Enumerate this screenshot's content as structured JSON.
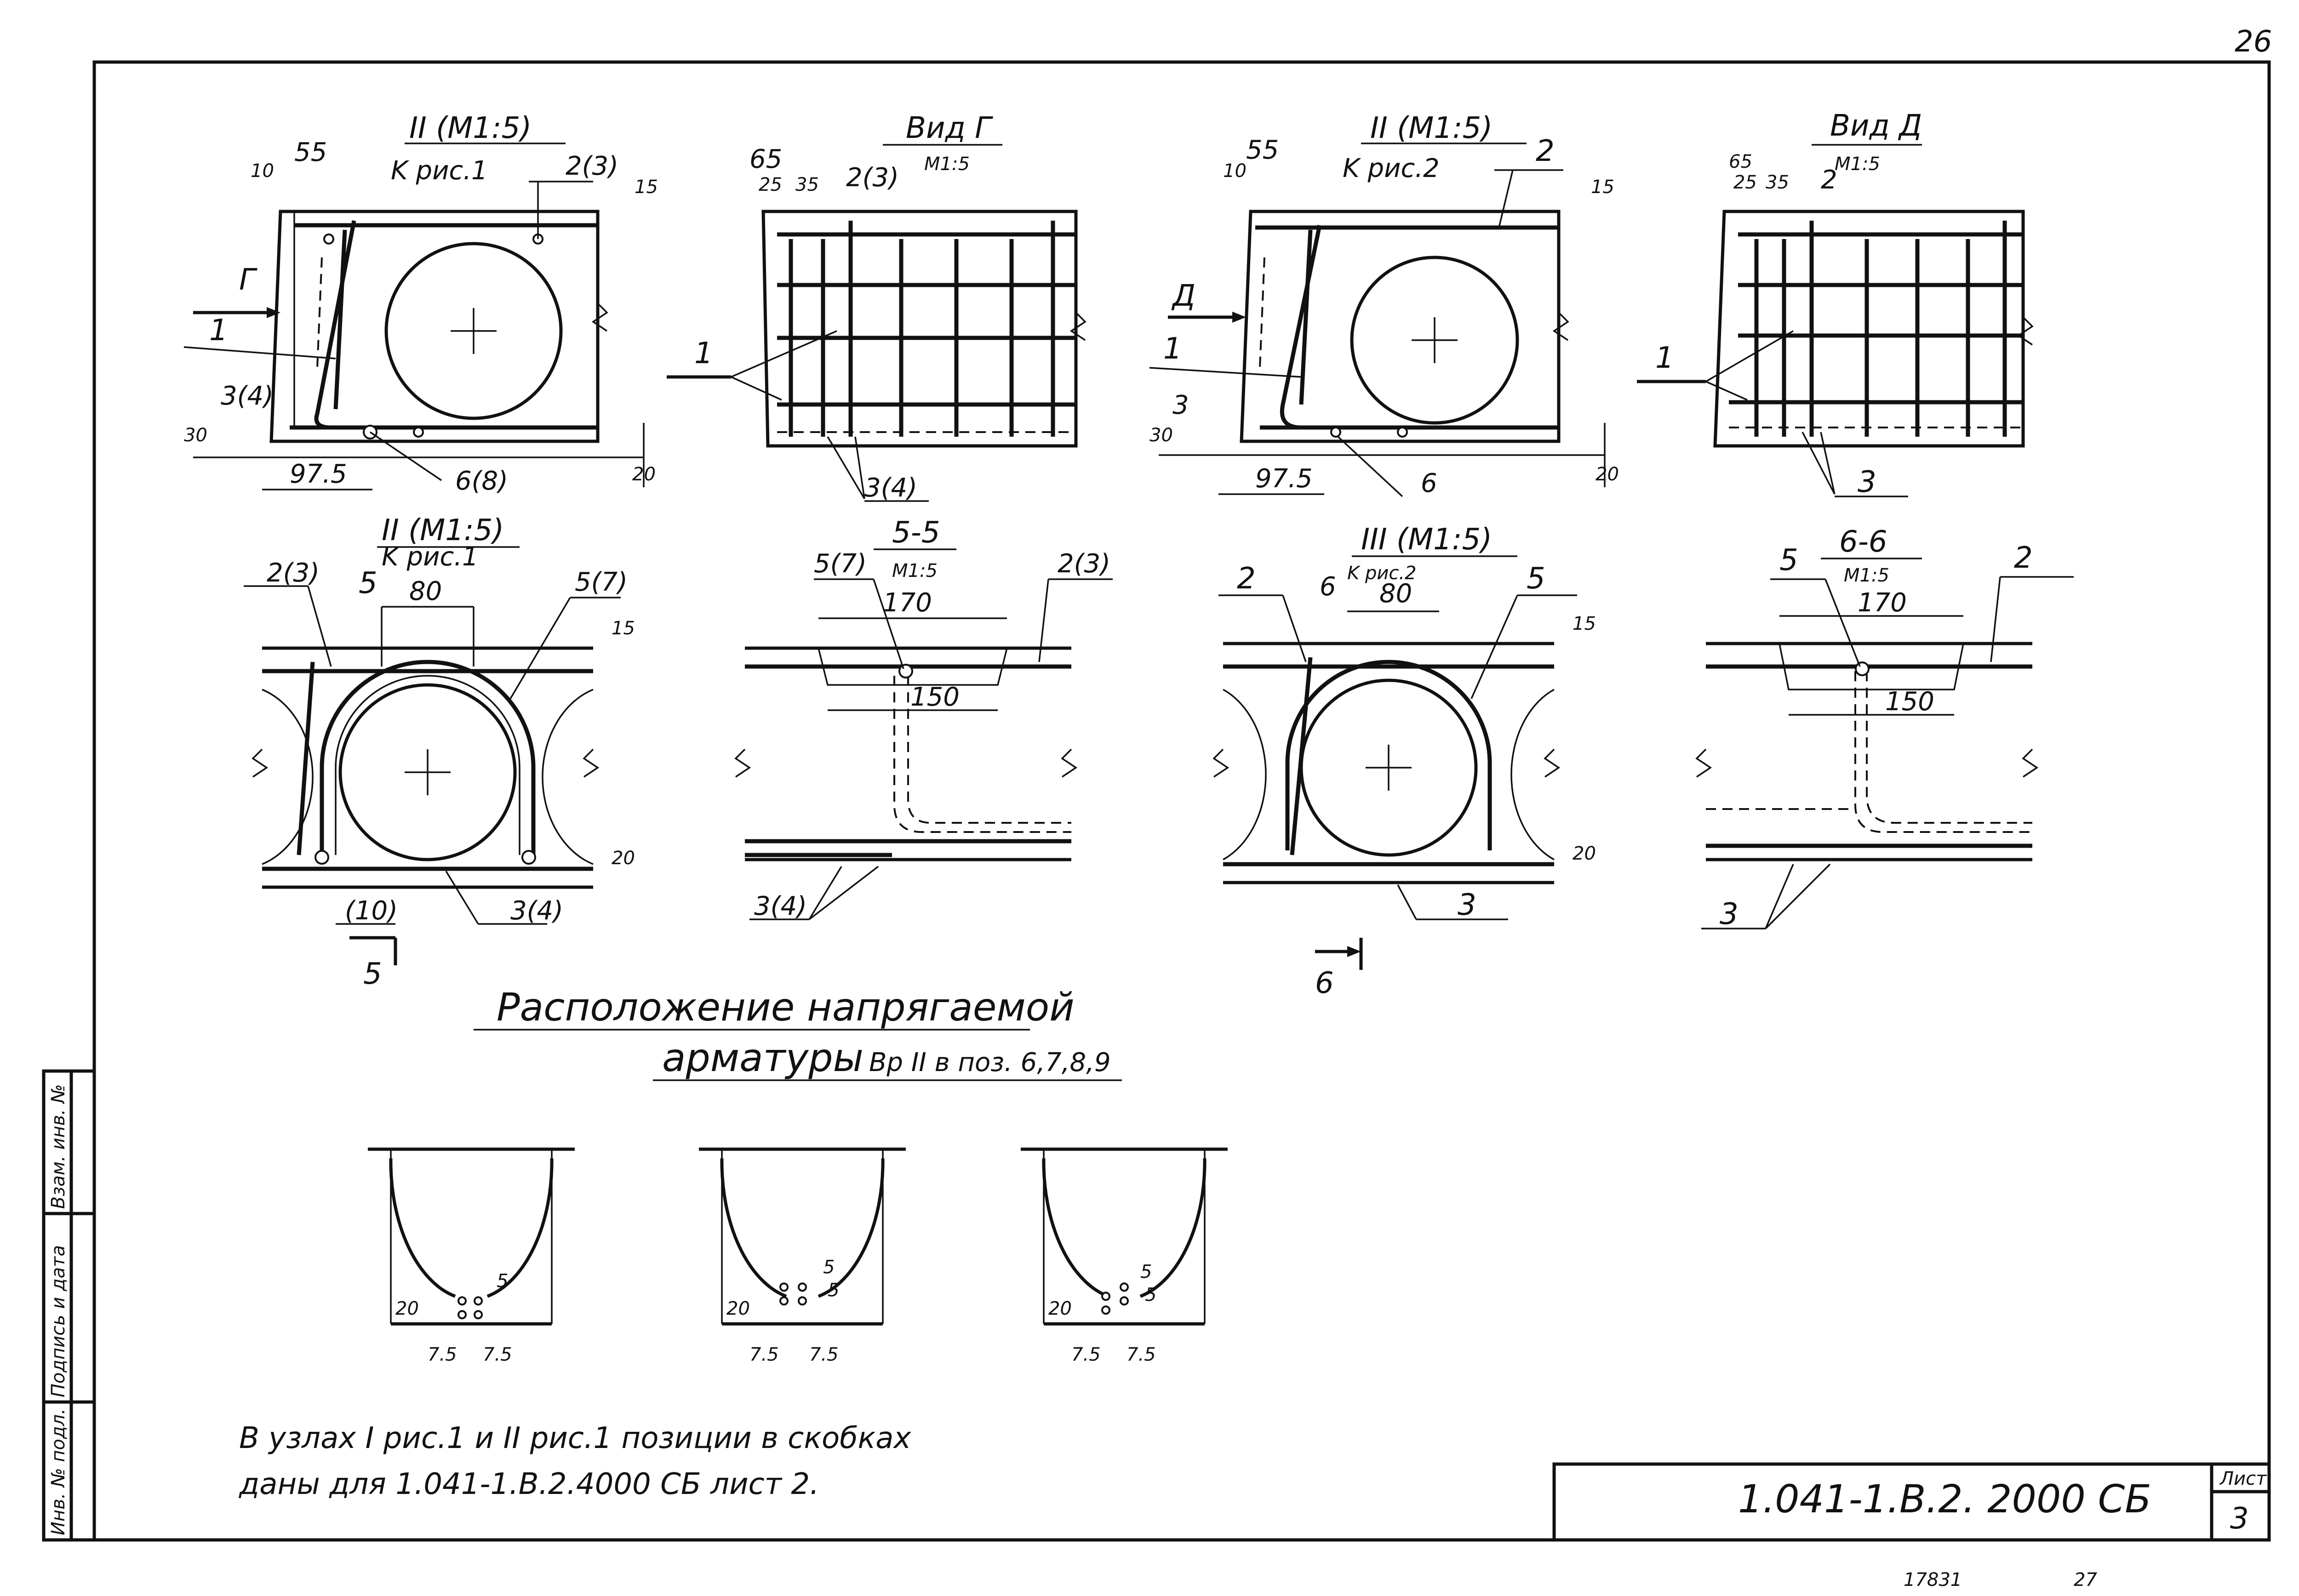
{
  "sheet_corner_number": "26",
  "views": {
    "node2_fig1": {
      "title": "II (M1:5)",
      "ref": "K рис.1",
      "dims": [
        "55",
        "10",
        "15",
        "30",
        "97.5",
        "20"
      ],
      "labels": [
        "Г",
        "1",
        "3(4)",
        "2(3)",
        "6(8)"
      ]
    },
    "view_g": {
      "title": "Вид Г",
      "scale": "M1:5",
      "dims": [
        "65",
        "25",
        "35"
      ],
      "labels": [
        "2(3)",
        "1",
        "3(4)"
      ]
    },
    "node2_fig2": {
      "title": "II (M1:5)",
      "ref": "K рис.2",
      "dims": [
        "55",
        "10",
        "15",
        "30",
        "97.5",
        "20"
      ],
      "labels": [
        "Д",
        "1",
        "3",
        "2",
        "6"
      ]
    },
    "view_d": {
      "title": "Вид Д",
      "scale": "M1:5",
      "dims": [
        "65",
        "25",
        "35"
      ],
      "labels": [
        "2",
        "1",
        "3"
      ]
    },
    "node2_fig1_b": {
      "title": "II (M1:5)",
      "ref": "K рис.1",
      "dims": [
        "80",
        "15",
        "20"
      ],
      "labels": [
        "2(3)",
        "5(7)",
        "5",
        "(10)",
        "3(4)",
        "5"
      ]
    },
    "section_5_5": {
      "title": "5-5",
      "scale": "M1:5",
      "dims": [
        "170",
        "150"
      ],
      "labels": [
        "5(7)",
        "2(3)",
        "3(4)"
      ]
    },
    "node3_fig2": {
      "title": "III (M1:5)",
      "ref": "K рис.2",
      "dims": [
        "80",
        "15",
        "20"
      ],
      "labels": [
        "2",
        "6",
        "5",
        "3",
        "6"
      ]
    },
    "section_6_6": {
      "title": "6-6",
      "scale": "M1:5",
      "dims": [
        "170",
        "150"
      ],
      "labels": [
        "5",
        "2",
        "3"
      ]
    }
  },
  "caption": {
    "line1": "Расположение напрягаемой",
    "line2": "арматуры",
    "line2_tail": "Вр II в поз. 6,7,8,9"
  },
  "small_details": [
    {
      "dims": [
        "20",
        "5",
        "7.5",
        "7.5"
      ]
    },
    {
      "dims": [
        "20",
        "5",
        "5",
        "7.5",
        "7.5"
      ]
    },
    {
      "dims": [
        "20",
        "5",
        "5",
        "7.5",
        "7.5"
      ]
    }
  ],
  "note": {
    "line1": "В узлах  I рис.1   и  II рис.1 позиции в скобках",
    "line2": "даны для  1.041-1.В.2.4000 СБ  лист 2."
  },
  "side_stamp": [
    "Инв. № подл.",
    "Подпись и дата",
    "Взам. инв. №"
  ],
  "title_block": {
    "code": "1.041-1.В.2. 2000 СБ",
    "sheet_label": "Лист",
    "sheet_number": "3"
  },
  "footer": {
    "left": "17831",
    "right": "27"
  }
}
